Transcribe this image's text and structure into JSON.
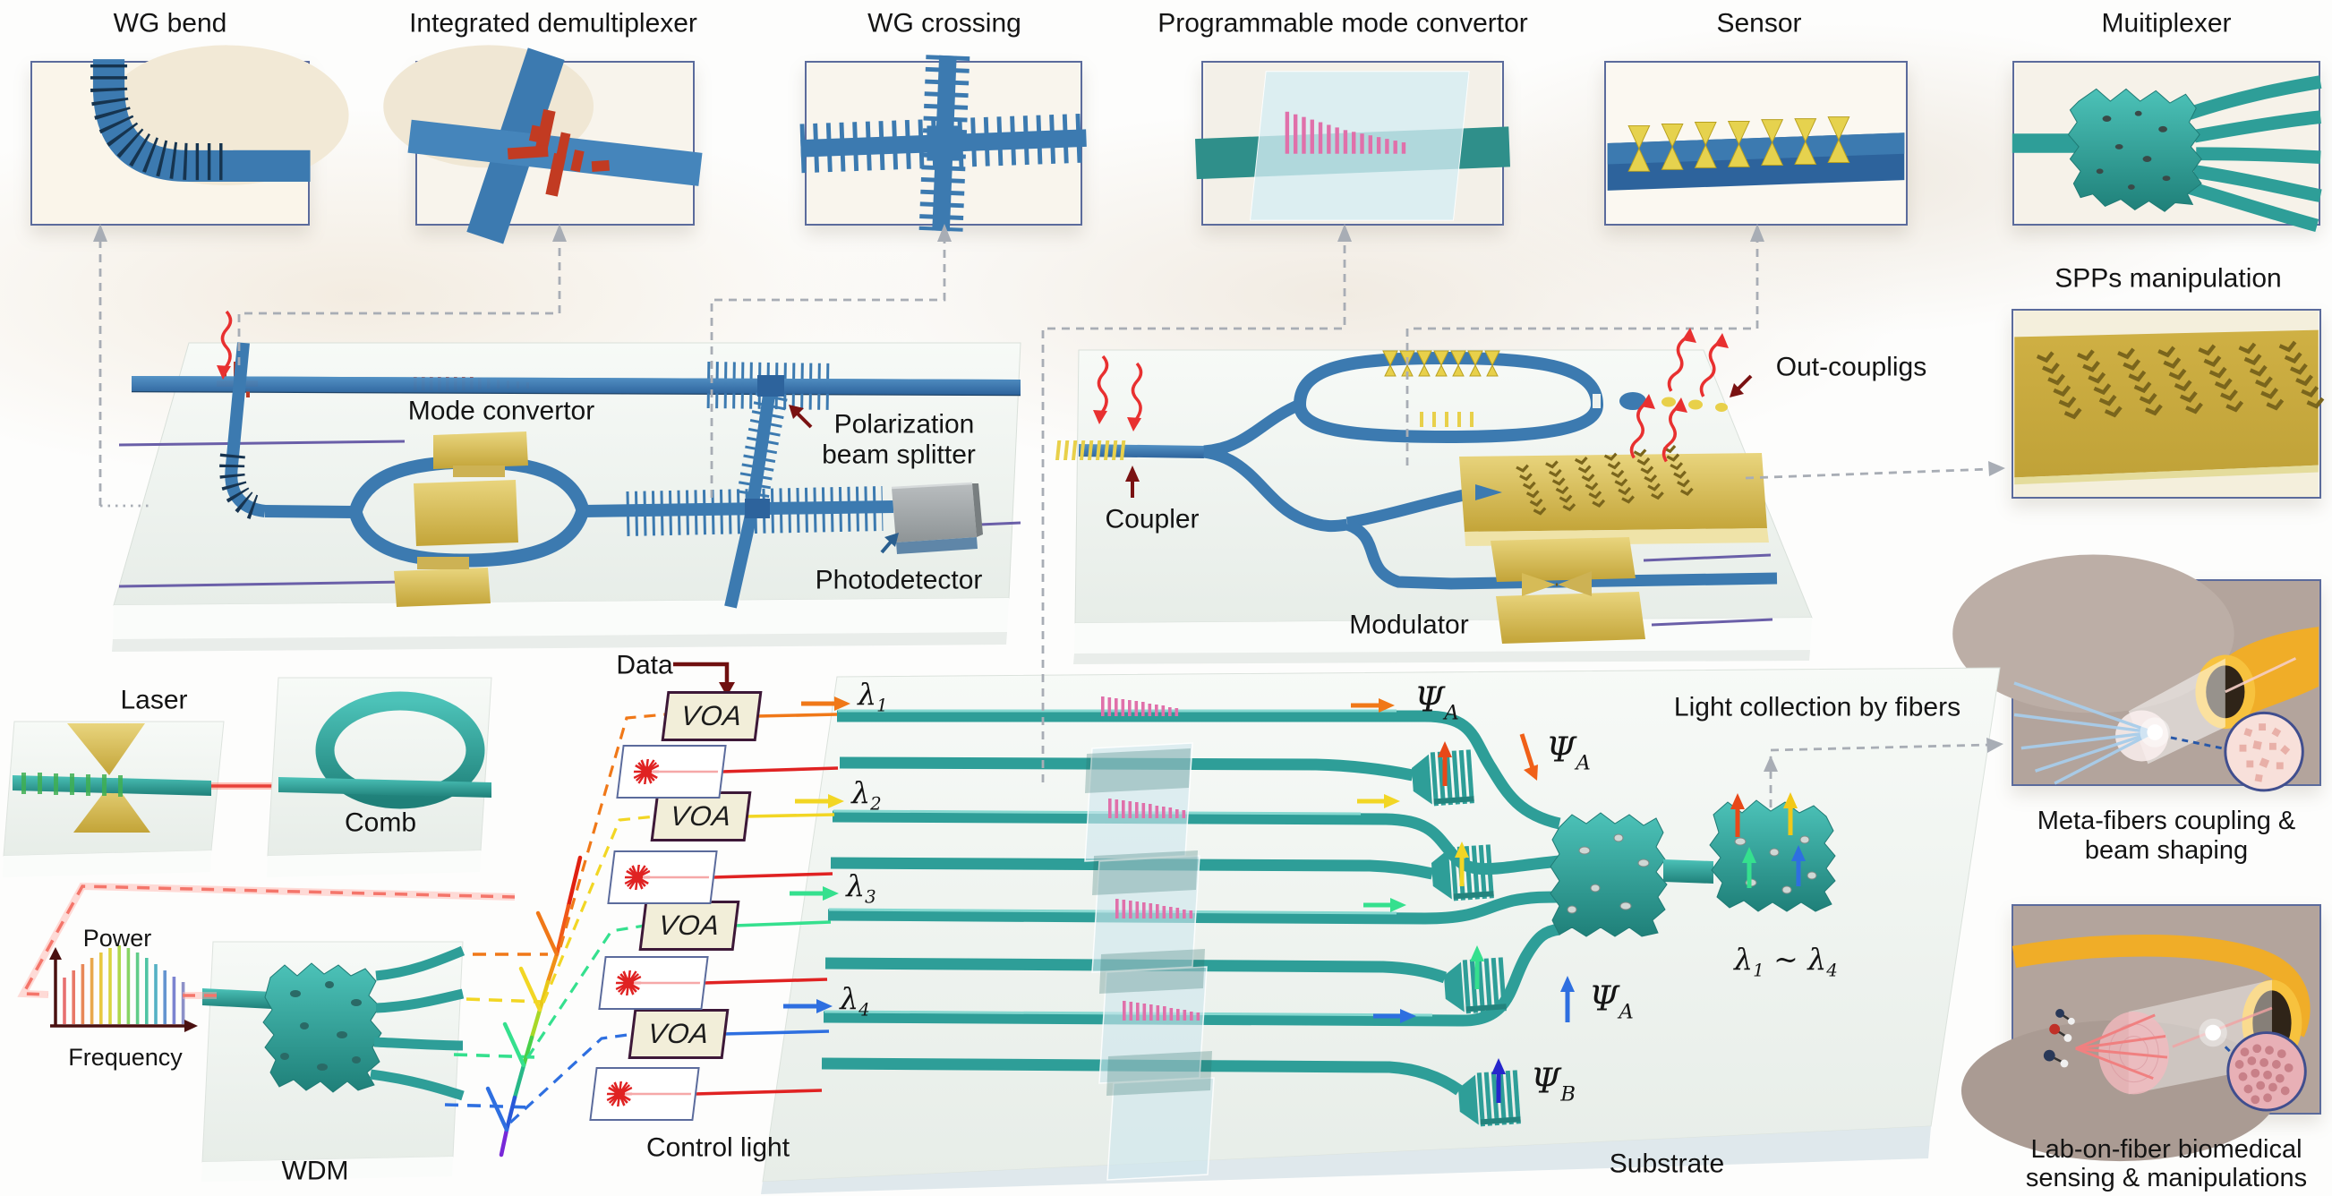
{
  "top_titles": [
    "WG bend",
    "Integrated demultiplexer",
    "WG crossing",
    "Programmable mode convertor",
    "Sensor",
    "Muitiplexer"
  ],
  "right_column": {
    "spp_title": "SPPs manipulation",
    "meta_caption_line1": "Meta-fibers coupling &",
    "meta_caption_line2": "beam shaping",
    "lab_caption_line1": "Lab-on-fiber biomedical",
    "lab_caption_line2": "sensing & manipulations"
  },
  "left_chip": {
    "mode_convertor": "Mode convertor",
    "pbs_line1": "Polarization",
    "pbs_line2": "beam splitter",
    "photodetector": "Photodetector"
  },
  "right_chip": {
    "coupler": "Coupler",
    "modulator": "Modulator",
    "out_couplings": "Out-coupligs"
  },
  "sources": {
    "laser": "Laser",
    "comb": "Comb",
    "wdm": "WDM"
  },
  "spectrum": {
    "ylabel": "Power",
    "xlabel": "Frequency",
    "bar_heights": [
      52,
      60,
      67,
      74,
      80,
      85,
      88,
      85,
      80,
      74,
      67,
      60,
      53,
      47
    ],
    "bar_colors": [
      "#e87070",
      "#e87868",
      "#e88858",
      "#e8a84c",
      "#e8c840",
      "#d8d440",
      "#b0d84c",
      "#88d464",
      "#60cc88",
      "#50c4a4",
      "#54b0c4",
      "#6494d0",
      "#7c84d0",
      "#8c90c8"
    ]
  },
  "controls": {
    "data": "Data",
    "voa": "VOA",
    "control_light": "Control light"
  },
  "channels": [
    {
      "base": "λ",
      "sub": "1",
      "color": "#f07818"
    },
    {
      "base": "λ",
      "sub": "2",
      "color": "#f2d624"
    },
    {
      "base": "λ",
      "sub": "3",
      "color": "#35e08e"
    },
    {
      "base": "λ",
      "sub": "4",
      "color": "#2e6fe0"
    }
  ],
  "psi": {
    "base": "Ψ",
    "sub_a": "A",
    "sub_b": "B"
  },
  "annotations": {
    "light_collection": "Light collection by fibers",
    "substrate": "Substrate",
    "lambda_range": {
      "b1": "λ",
      "s1": "1",
      "sep": " ~ ",
      "b2": "λ",
      "s2": "4"
    }
  },
  "colors": {
    "ch1": "#f07818",
    "ch2": "#f2d624",
    "ch3": "#35e08e",
    "ch4": "#2e6fe0",
    "laser_red": "#e02222",
    "teal": "#2e9e98",
    "steel_blue": "#3c7ab0",
    "gold": "#d6bb57",
    "pink": "#e070aa",
    "connector_gray": "#a8adb5",
    "panel_border": "#5b6b9c",
    "dark_red": "#7a1212"
  }
}
